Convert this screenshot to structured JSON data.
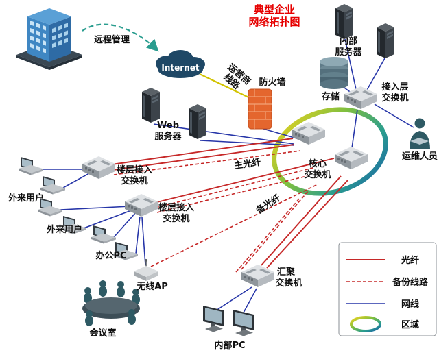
{
  "title": {
    "line1": "典型企业",
    "line2": "网络拓扑图"
  },
  "nodes": {
    "remote_building": {
      "label": "远程管理"
    },
    "internet_cloud": {
      "label": "Internet"
    },
    "carrier_line": {
      "label_line1": "运营商",
      "label_line2": "线路"
    },
    "firewall": {
      "label": "防火墙"
    },
    "web_server": {
      "label_line1": "Web",
      "label_line2": "服务器"
    },
    "internal_server": {
      "label_line1": "内部",
      "label_line2": "服务器"
    },
    "storage": {
      "label": "存储"
    },
    "access_switch": {
      "label_line1": "接入层",
      "label_line2": "交换机"
    },
    "ops_staff": {
      "label": "运维人员"
    },
    "core_switch": {
      "label_line1": "核心",
      "label_line2": "交换机"
    },
    "floor_switch_upper": {
      "label_line1": "楼层接入",
      "label_line2": "交换机"
    },
    "floor_switch_lower": {
      "label_line1": "楼层接入",
      "label_line2": "交换机"
    },
    "external_users_upper": {
      "label": "外来用户"
    },
    "external_users_lower": {
      "label": "外来用户"
    },
    "office_pc": {
      "label": "办公PC"
    },
    "wireless_ap": {
      "label": "无线AP"
    },
    "conference_room": {
      "label": "会议室"
    },
    "aggregation_switch": {
      "label_line1": "汇聚",
      "label_line2": "交换机"
    },
    "internal_pc": {
      "label": "内部PC"
    }
  },
  "link_labels": {
    "main_fiber": "主光纤",
    "backup_fiber": "备光纤"
  },
  "legend": {
    "fiber": {
      "label": "光纤",
      "style": "solid-red"
    },
    "backup": {
      "label": "备份线路",
      "style": "dashed-red"
    },
    "cable": {
      "label": "网线",
      "style": "solid-blue"
    },
    "zone": {
      "label": "区域",
      "style": "gradient-ring"
    }
  },
  "colors": {
    "title_red": "#e60000",
    "fiber_red": "#c62828",
    "cable_blue": "#2635a8",
    "carrier_yellow": "#d2c300",
    "remote_link_green": "#2a9d8f",
    "firewall_orange": "#e4662e",
    "cloud_navy": "#1f4866"
  }
}
